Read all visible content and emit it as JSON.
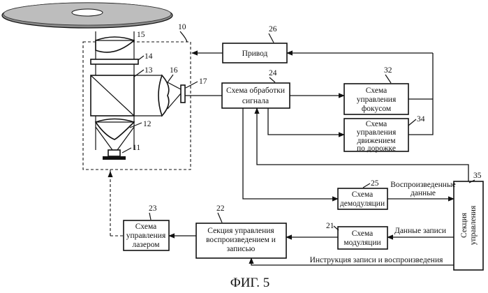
{
  "figure_caption": "ФИГ. 5",
  "blocks": {
    "drive": {
      "number": "26",
      "lines": [
        "Привод"
      ]
    },
    "signal_processing": {
      "number": "24",
      "lines": [
        "Схема обработки",
        "сигнала"
      ]
    },
    "focus_control": {
      "number": "32",
      "lines": [
        "Схема",
        "управления",
        "фокусом"
      ]
    },
    "track_control": {
      "number": "34",
      "lines": [
        "Схема",
        "управления",
        "движением",
        "по дорожке"
      ]
    },
    "demodulation": {
      "number": "25",
      "lines": [
        "Схема",
        "демодуляции"
      ]
    },
    "modulation": {
      "number": "21",
      "lines": [
        "Схема",
        "модуляции"
      ]
    },
    "rec_play_control": {
      "number": "22",
      "lines": [
        "Секция управления",
        "воспроизведением и",
        "записью"
      ]
    },
    "laser_control": {
      "number": "23",
      "lines": [
        "Схема",
        "управления",
        "лазером"
      ]
    },
    "control_section": {
      "number": "35",
      "lines": [
        "Секция",
        "управления"
      ]
    }
  },
  "optical_head": {
    "number": "10"
  },
  "component_numbers": {
    "lens_15": "15",
    "plate_14": "14",
    "prism_13": "13",
    "lens_16": "16",
    "detector_17": "17",
    "lens_12": "12",
    "laser_11": "11"
  },
  "signal_labels": {
    "reproduced_data": [
      "Воспроизведенные",
      "данные"
    ],
    "record_data": "Данные записи",
    "instruction": "Инструкция записи и воспроизведения"
  }
}
